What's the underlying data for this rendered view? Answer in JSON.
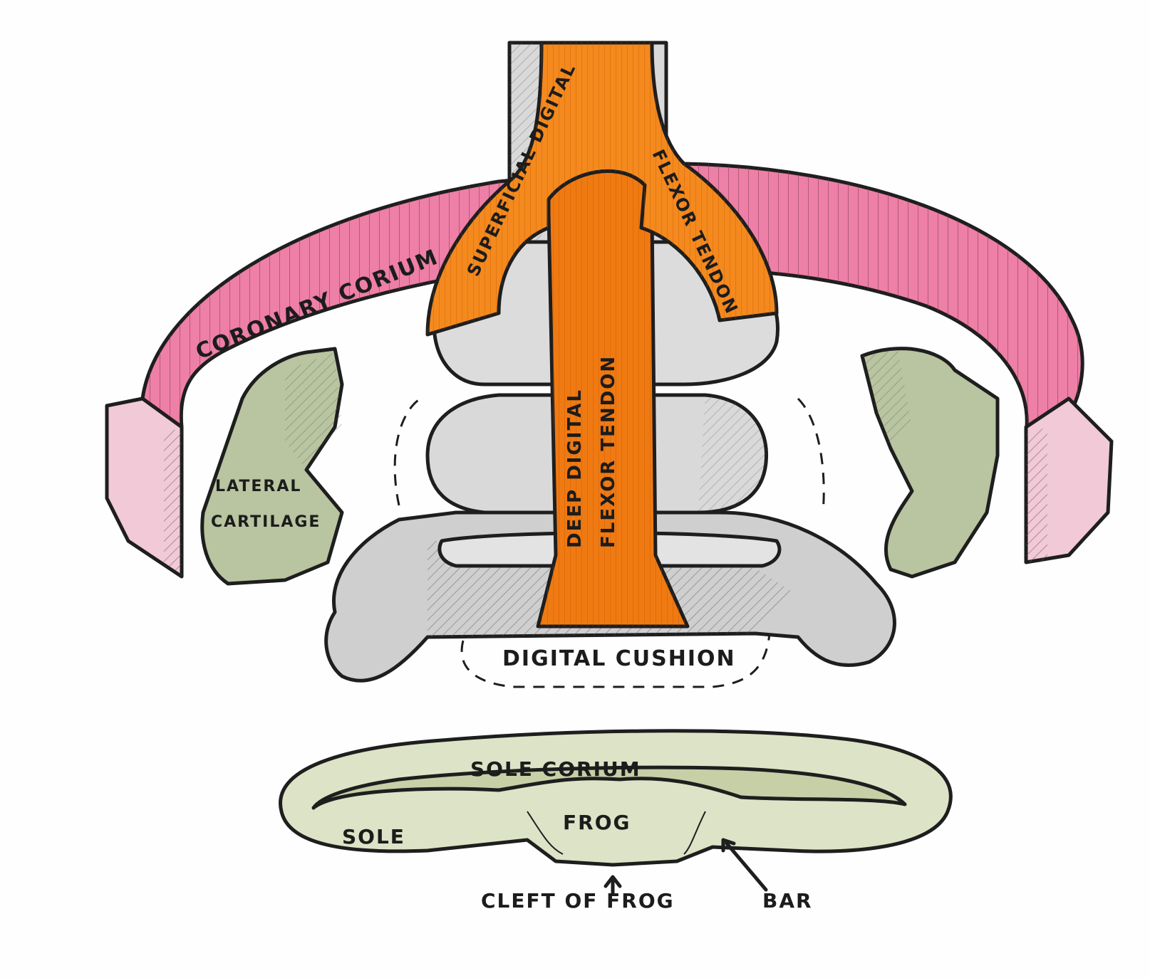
{
  "labels": {
    "coronary_corium": "CORONARY CORIUM",
    "superficial_digital": "SUPERFICIAL DIGITAL",
    "flexor_tendon_top": "FLEXOR TENDON",
    "deep_digital_flexor_tendon_line1": "DEEP DIGITAL",
    "deep_digital_flexor_tendon_line2": "FLEXOR TENDON",
    "lateral_cartilage_line1": "LATERAL",
    "lateral_cartilage_line2": "CARTILAGE",
    "digital_cushion": "DIGITAL CUSHION",
    "sole_corium": "SOLE CORIUM",
    "frog": "FROG",
    "sole": "SOLE",
    "cleft_of_frog": "CLEFT OF FROG",
    "bar": "BAR"
  },
  "colors": {
    "tendon_orange": "#f07a12",
    "corium_pink": "#ee7fa6",
    "bone_gray": "#d9d9d9",
    "cartilage_green": "#b9c4a0",
    "sole_green": "#dde3c6",
    "outline": "#1e1e1e"
  }
}
